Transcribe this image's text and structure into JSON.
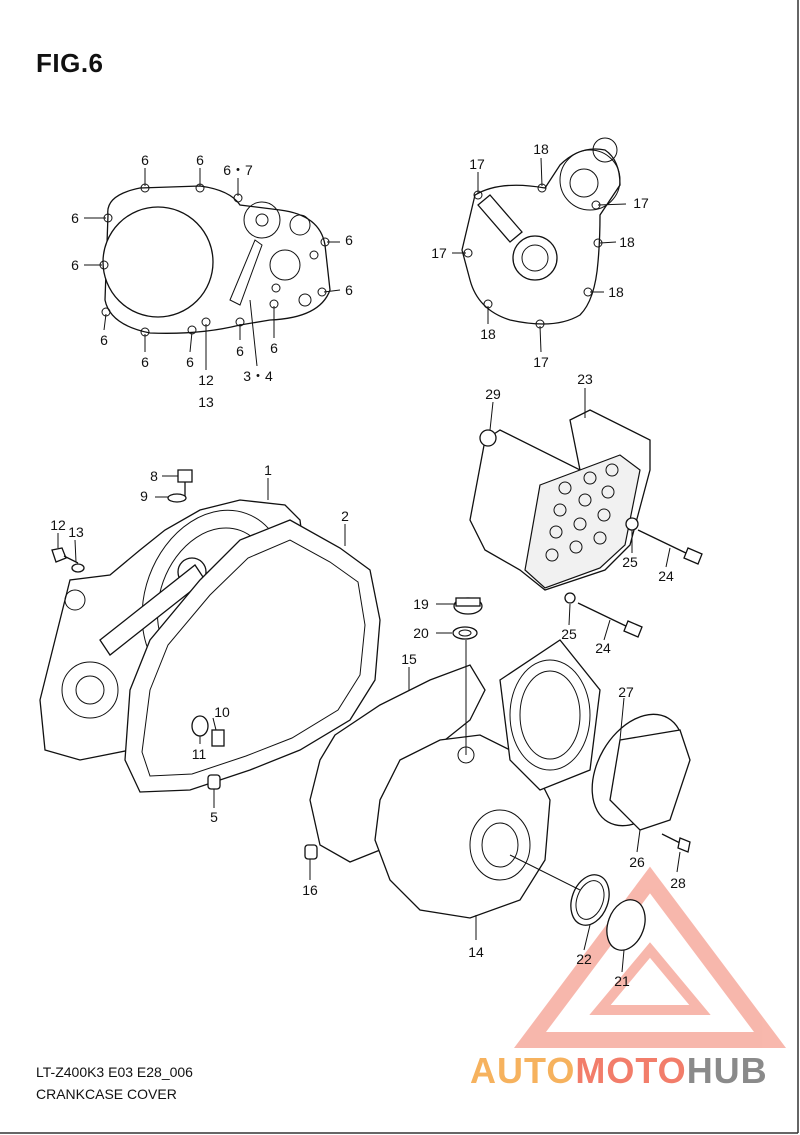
{
  "figure": {
    "title": "FIG.6",
    "model_code": "LT-Z400K3 E03 E28_006",
    "part_group": "CRANKCASE COVER"
  },
  "brand": {
    "part1": "AUTO",
    "part2": "MOTO",
    "part3": "HUB",
    "color_auto": "#f6b25e",
    "color_moto": "#f27d6a",
    "color_hub": "#8a8a8a"
  },
  "callouts": [
    {
      "id": "c-6a",
      "text": "6"
    },
    {
      "id": "c-6b",
      "text": "6"
    },
    {
      "id": "c-67",
      "text": "6・7"
    },
    {
      "id": "c-6c",
      "text": "6"
    },
    {
      "id": "c-6d",
      "text": "6"
    },
    {
      "id": "c-6e",
      "text": "6"
    },
    {
      "id": "c-6f",
      "text": "6"
    },
    {
      "id": "c-6g",
      "text": "6"
    },
    {
      "id": "c-6h",
      "text": "6"
    },
    {
      "id": "c-6i",
      "text": "6"
    },
    {
      "id": "c-6j",
      "text": "6"
    },
    {
      "id": "c-6k",
      "text": "6"
    },
    {
      "id": "c-12a",
      "text": "12"
    },
    {
      "id": "c-13a",
      "text": "13"
    },
    {
      "id": "c-34",
      "text": "3・4"
    },
    {
      "id": "c-17a",
      "text": "17"
    },
    {
      "id": "c-18a",
      "text": "18"
    },
    {
      "id": "c-17b",
      "text": "17"
    },
    {
      "id": "c-17c",
      "text": "17"
    },
    {
      "id": "c-18b",
      "text": "18"
    },
    {
      "id": "c-18c",
      "text": "18"
    },
    {
      "id": "c-18d",
      "text": "18"
    },
    {
      "id": "c-17d",
      "text": "17"
    },
    {
      "id": "c-29",
      "text": "29"
    },
    {
      "id": "c-23",
      "text": "23"
    },
    {
      "id": "c-8",
      "text": "8"
    },
    {
      "id": "c-1",
      "text": "1"
    },
    {
      "id": "c-9",
      "text": "9"
    },
    {
      "id": "c-2",
      "text": "2"
    },
    {
      "id": "c-12b",
      "text": "12"
    },
    {
      "id": "c-13b",
      "text": "13"
    },
    {
      "id": "c-25a",
      "text": "25"
    },
    {
      "id": "c-24a",
      "text": "24"
    },
    {
      "id": "c-19",
      "text": "19"
    },
    {
      "id": "c-20",
      "text": "20"
    },
    {
      "id": "c-25b",
      "text": "25"
    },
    {
      "id": "c-24b",
      "text": "24"
    },
    {
      "id": "c-15",
      "text": "15"
    },
    {
      "id": "c-10",
      "text": "10"
    },
    {
      "id": "c-11",
      "text": "11"
    },
    {
      "id": "c-27",
      "text": "27"
    },
    {
      "id": "c-5",
      "text": "5"
    },
    {
      "id": "c-26",
      "text": "26"
    },
    {
      "id": "c-28",
      "text": "28"
    },
    {
      "id": "c-16",
      "text": "16"
    },
    {
      "id": "c-14",
      "text": "14"
    },
    {
      "id": "c-22",
      "text": "22"
    },
    {
      "id": "c-21",
      "text": "21"
    }
  ]
}
